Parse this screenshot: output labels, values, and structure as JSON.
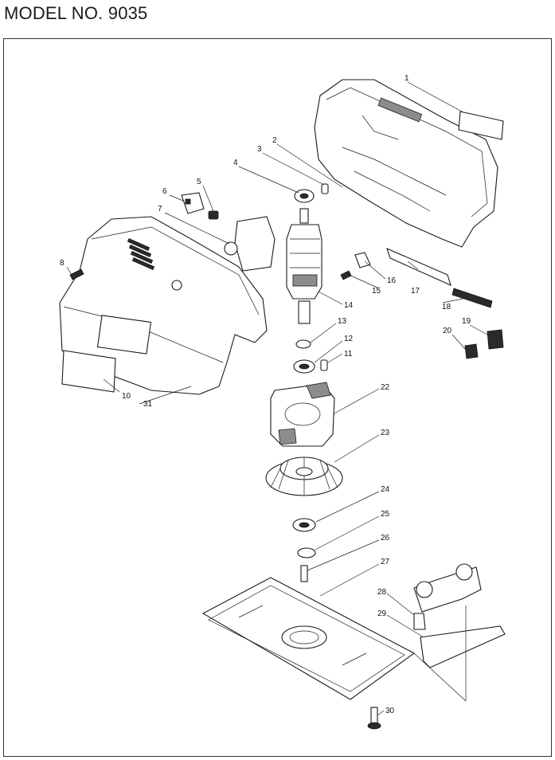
{
  "header": {
    "title": "MODEL NO. 9035"
  },
  "parts": [
    {
      "label": "1"
    },
    {
      "label": "2"
    },
    {
      "label": "3"
    },
    {
      "label": "4"
    },
    {
      "label": "5"
    },
    {
      "label": "6"
    },
    {
      "label": "7"
    },
    {
      "label": "8"
    },
    {
      "label": "10"
    },
    {
      "label": "11"
    },
    {
      "label": "12"
    },
    {
      "label": "13"
    },
    {
      "label": "14"
    },
    {
      "label": "15"
    },
    {
      "label": "16"
    },
    {
      "label": "17"
    },
    {
      "label": "18"
    },
    {
      "label": "19"
    },
    {
      "label": "20"
    },
    {
      "label": "22"
    },
    {
      "label": "23"
    },
    {
      "label": "24"
    },
    {
      "label": "25"
    },
    {
      "label": "26"
    },
    {
      "label": "27"
    },
    {
      "label": "28"
    },
    {
      "label": "29"
    },
    {
      "label": "30"
    },
    {
      "label": "31"
    }
  ]
}
